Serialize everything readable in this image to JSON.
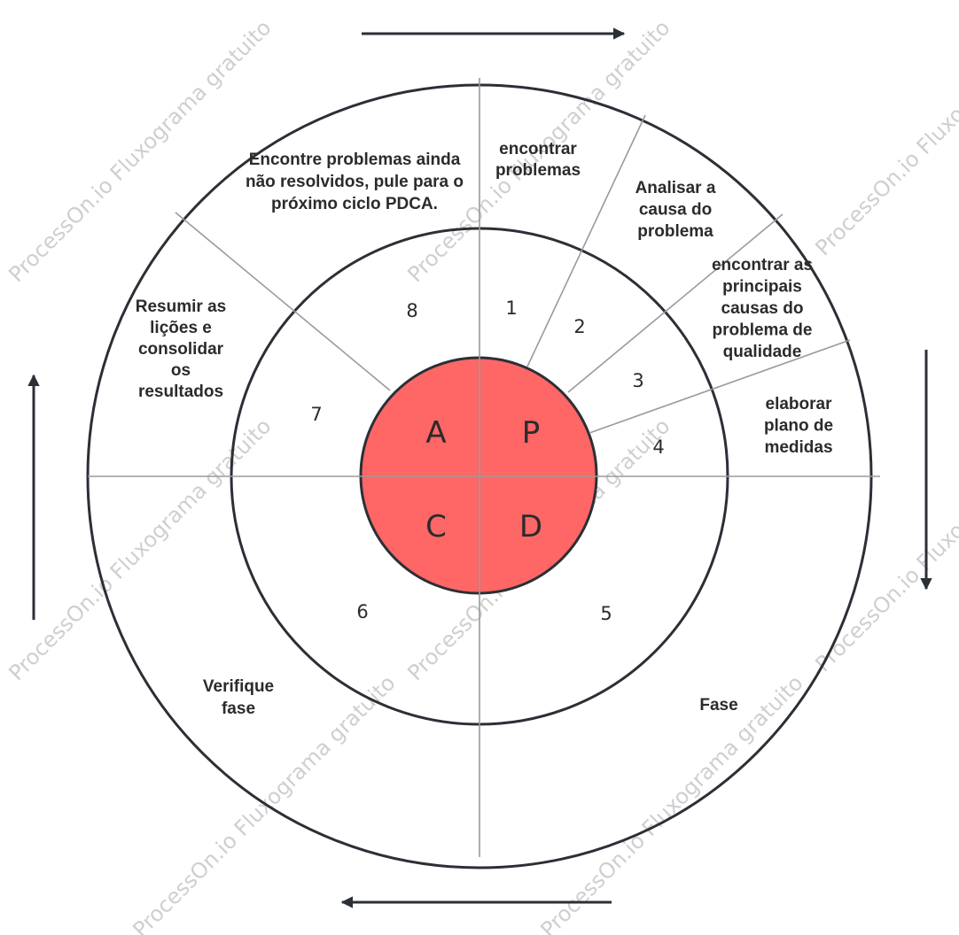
{
  "watermark": "ProcessOn.io Fluxograma gratuito",
  "colors": {
    "core": "#ff6666",
    "ring": "#2b2f36",
    "divider": "#9a9a9a"
  },
  "quadrants": {
    "a": "A",
    "p": "P",
    "c": "C",
    "d": "D"
  },
  "numbers": {
    "n1": "1",
    "n2": "2",
    "n3": "3",
    "n4": "4",
    "n5": "5",
    "n6": "6",
    "n7": "7",
    "n8": "8"
  },
  "labels": {
    "step1": [
      "encontrar",
      "problemas"
    ],
    "step2": [
      "Analisar a",
      "causa do",
      "problema"
    ],
    "step3": [
      "encontrar as",
      "principais",
      "causas do",
      "problema de",
      "qualidade"
    ],
    "step4": [
      "elaborar",
      "plano de",
      "medidas"
    ],
    "step5": [
      "Fase"
    ],
    "step6": [
      "Verifique",
      "fase"
    ],
    "step7": [
      "Resumir as",
      "lições e",
      "consolidar",
      "os",
      "resultados"
    ],
    "step8": [
      "Encontre problemas ainda",
      "não resolvidos, pule para o",
      "próximo ciclo PDCA."
    ]
  },
  "arrows": {
    "top": "right-arrow-icon",
    "right": "down-arrow-icon",
    "bottom": "left-arrow-icon",
    "left": "up-arrow-icon"
  }
}
